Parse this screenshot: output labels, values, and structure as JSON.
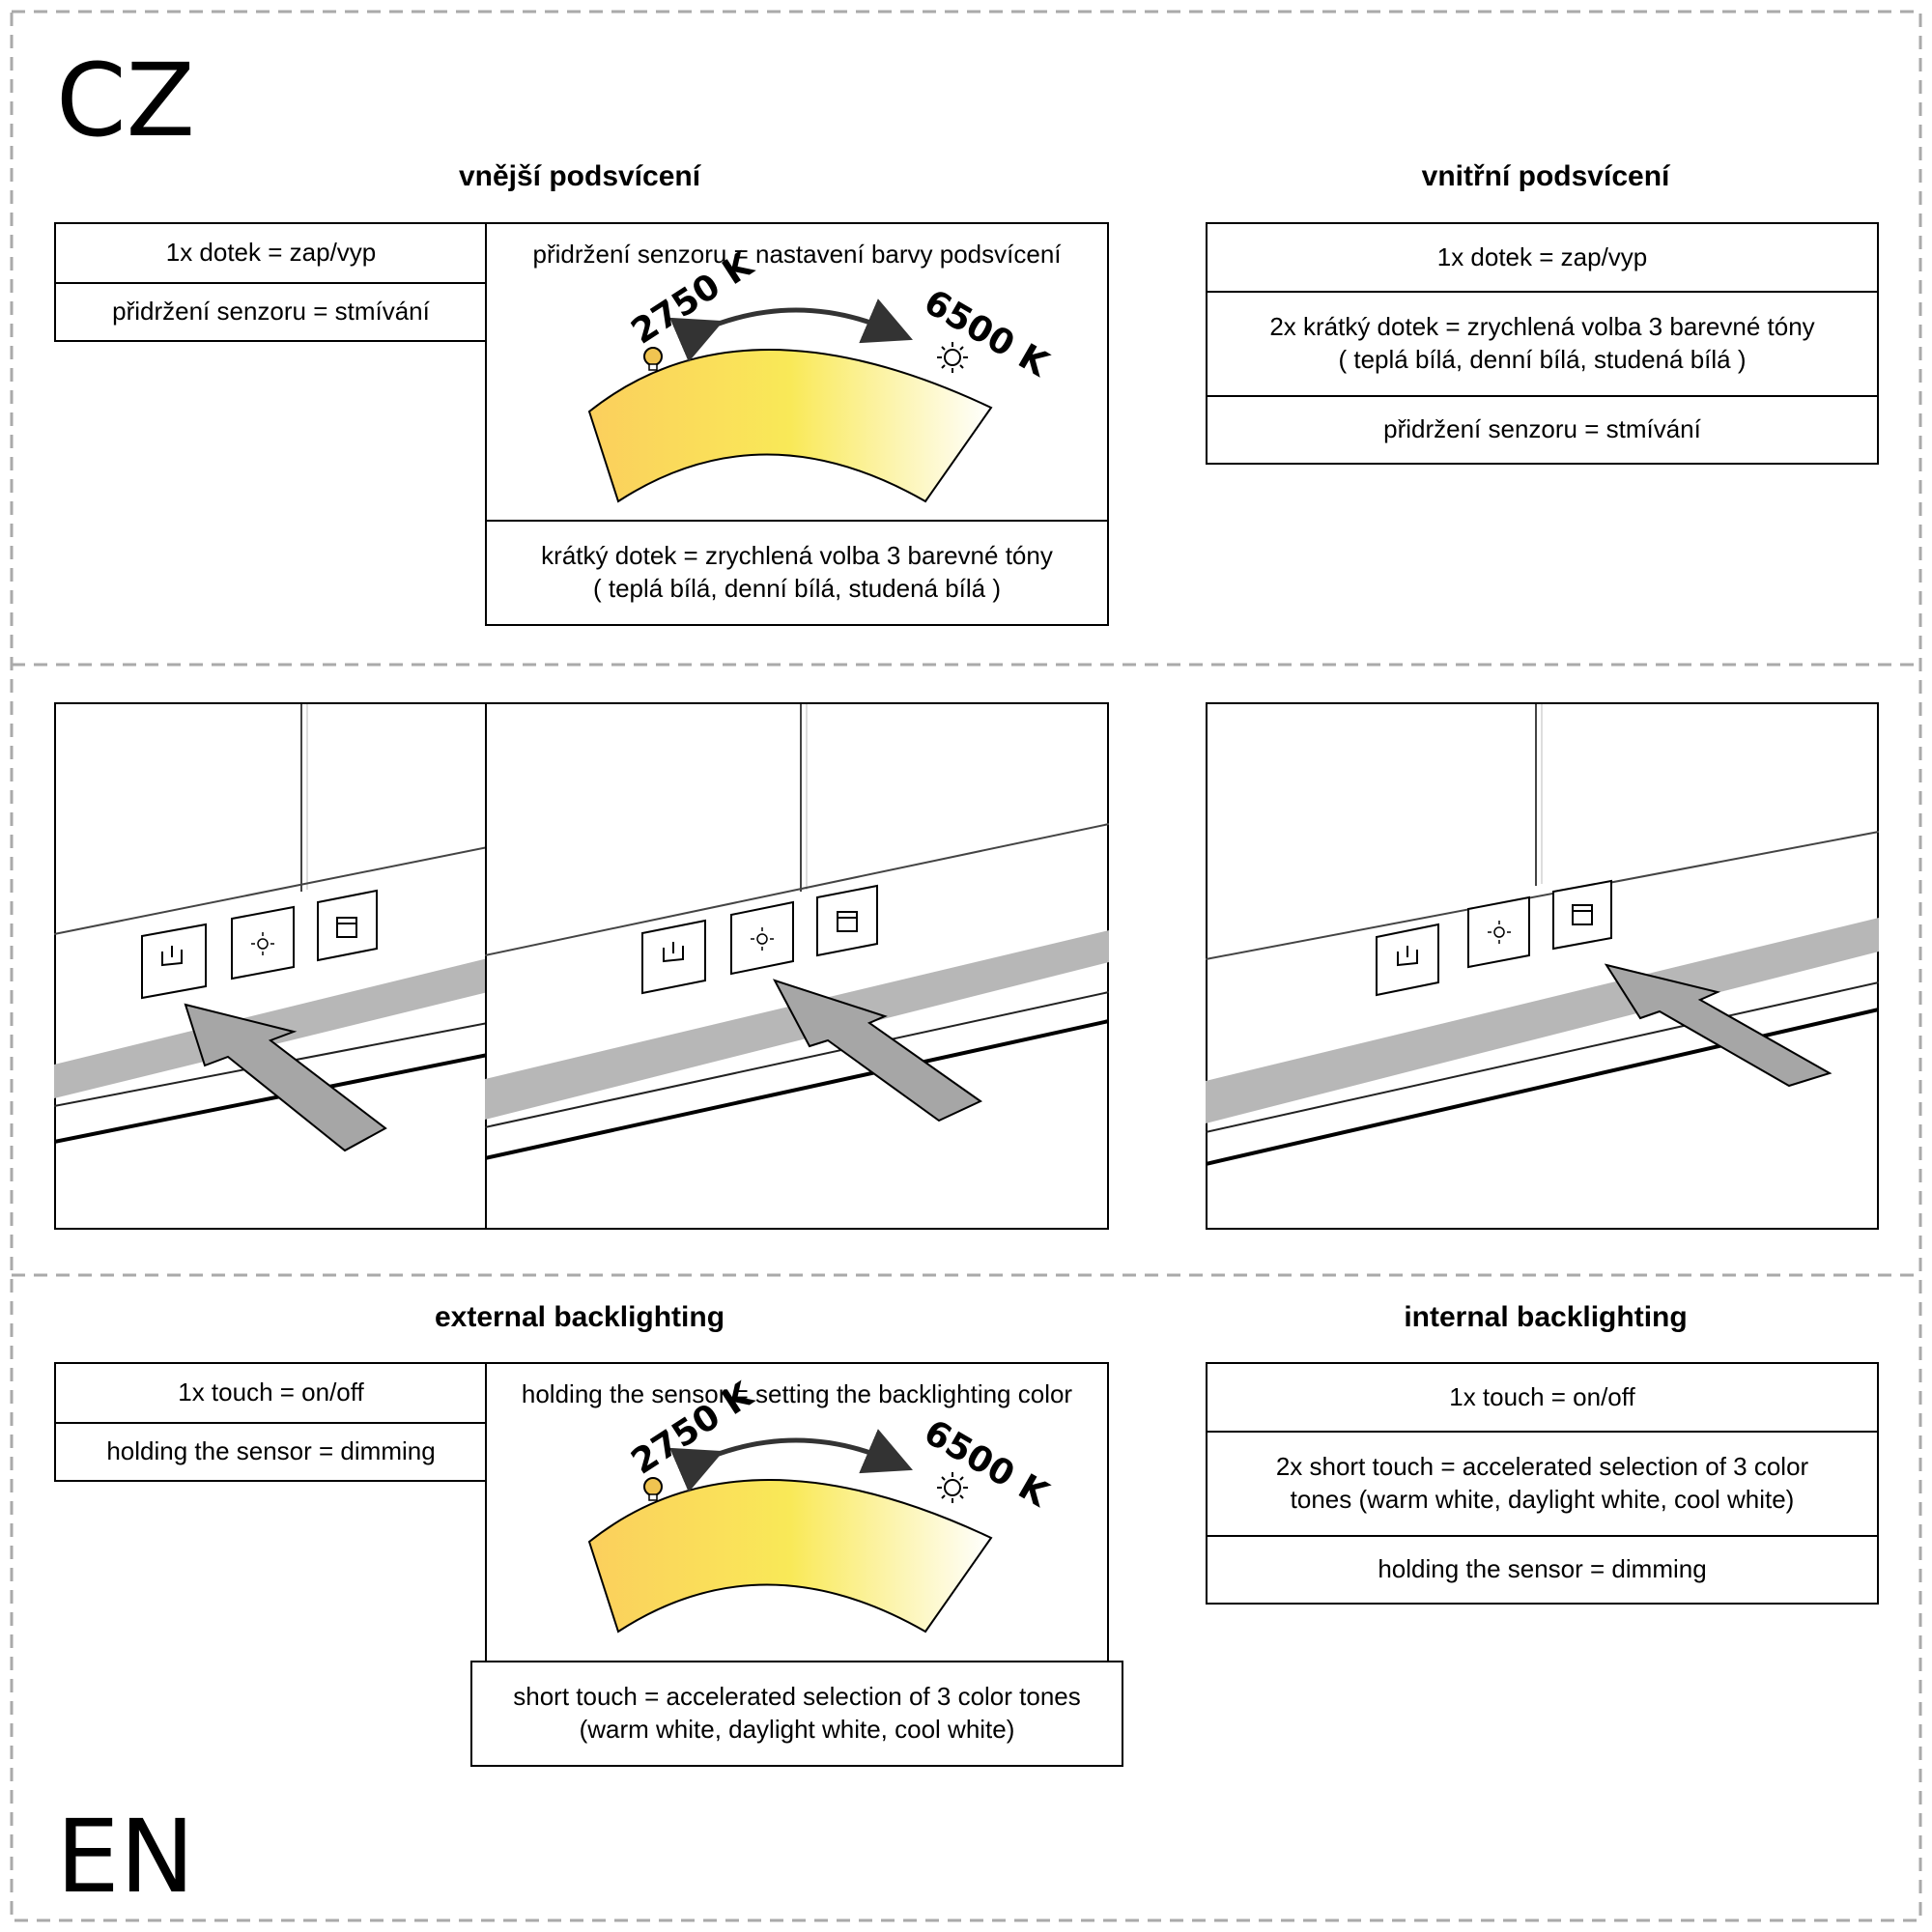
{
  "cz": {
    "lang": "CZ",
    "external": {
      "title": "vnější podsvícení",
      "touch": "1x dotek = zap/vyp",
      "hold_dim": "přidržení senzoru = stmívání",
      "hold_color": "přidržení senzoru = nastavení barvy podsvícení",
      "short_line1": "krátký dotek = zrychlená volba 3  barevné tóny",
      "short_line2": "( teplá bílá, denní bílá, studená bílá )"
    },
    "internal": {
      "title": "vnitřní podsvícení",
      "touch": "1x dotek = zap/vyp",
      "double_line1": "2x krátký dotek = zrychlená volba 3  barevné tóny",
      "double_line2": "( teplá bílá, denní bílá, studená bílá )",
      "hold_dim": "přidržení senzoru = stmívání"
    }
  },
  "en": {
    "lang": "EN",
    "external": {
      "title": "external backlighting",
      "touch": "1x touch = on/off",
      "hold_dim": "holding the sensor = dimming",
      "hold_color": "holding the sensor = setting the backlighting color",
      "short_line1": "short touch = accelerated selection of 3 color tones",
      "short_line2": "(warm white, daylight white, cool white)"
    },
    "internal": {
      "title": "internal backlighting",
      "touch": "1x touch = on/off",
      "double_line1": "2x short touch = accelerated selection of 3 color",
      "double_line2": "tones (warm white, daylight white, cool white)",
      "hold_dim": "holding the sensor = dimming"
    }
  },
  "color_scale": {
    "warm": "2750 K",
    "cool": "6500 K"
  },
  "icons": [
    "power-icon",
    "sun-icon",
    "light-icon",
    "bulb-icon"
  ],
  "colors": {
    "warm": "#fbcf5d",
    "mid": "#f9e958",
    "cool": "#ffffff",
    "strip": "#b7b7b7",
    "arrow": "#a6a6a6",
    "dash": "#aaaaaa"
  }
}
